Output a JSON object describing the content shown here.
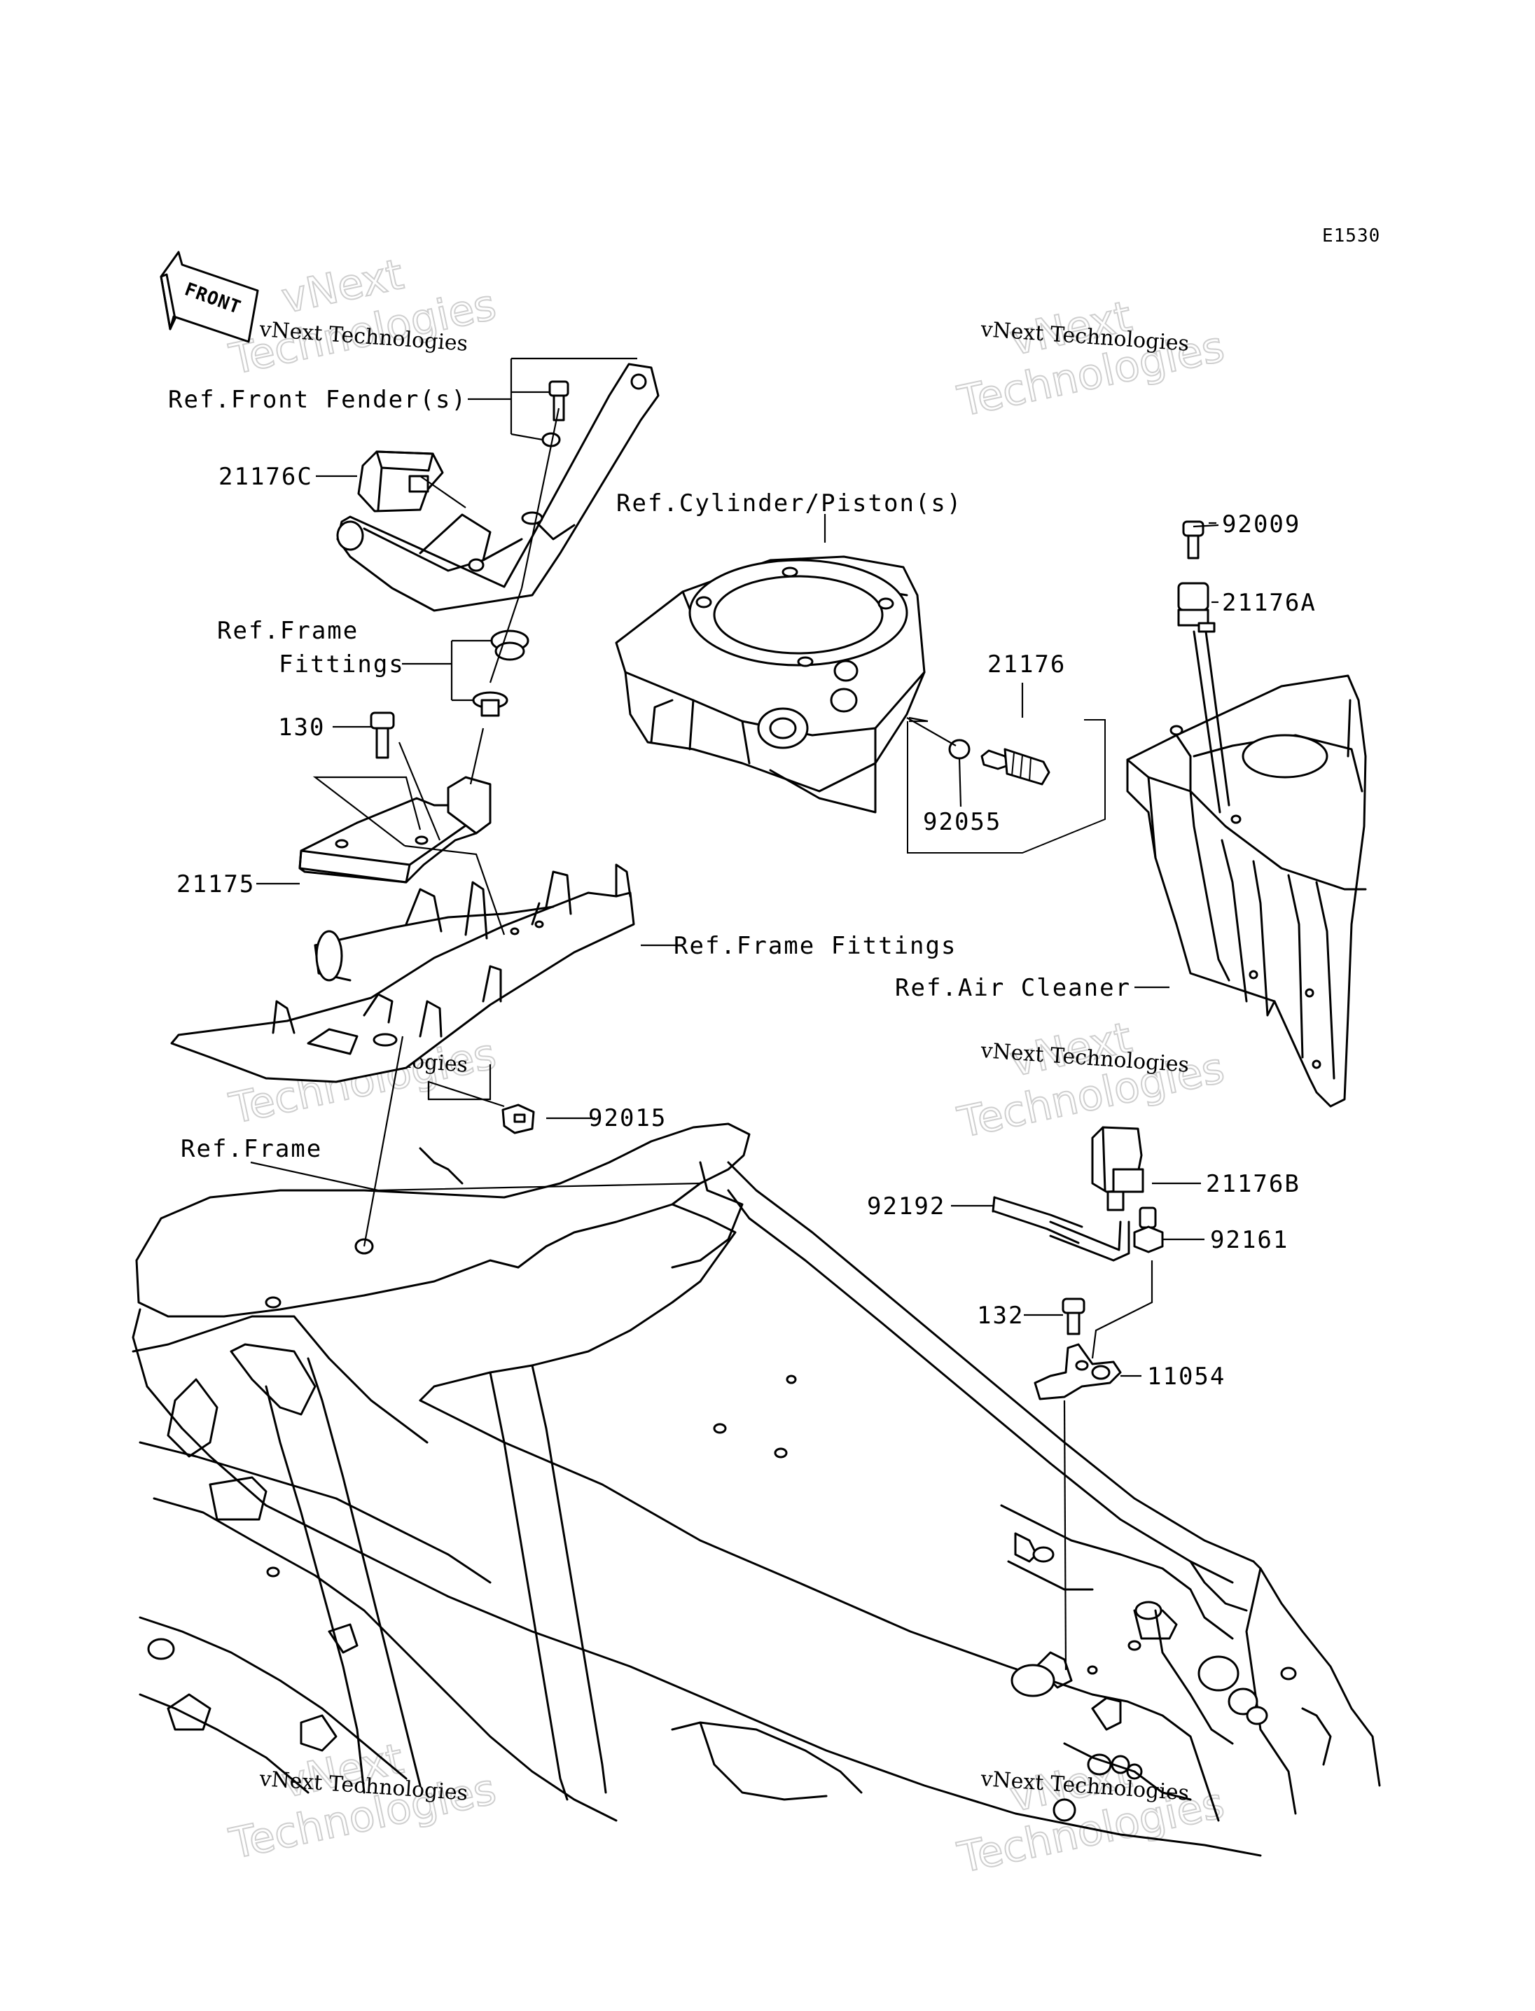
{
  "diagram_id": "E1530",
  "front_label": "FRONT",
  "watermark": {
    "small": "vNext Technologies",
    "big_line1": "vNext",
    "big_line2": "Technologies"
  },
  "labels": {
    "ref_front_fender": "Ref.Front Fender(s)",
    "part_21176C": "21176C",
    "ref_cylinder_piston": "Ref.Cylinder/Piston(s)",
    "part_92009": "92009",
    "part_21176A": "21176A",
    "ref_frame_fittings_line1": "Ref.Frame",
    "ref_frame_fittings_line2": "Fittings",
    "part_21176": "21176",
    "part_130": "130",
    "part_92055": "92055",
    "part_21175": "21175",
    "ref_frame_fittings_2": "Ref.Frame Fittings",
    "ref_air_cleaner": "Ref.Air Cleaner",
    "part_92015": "92015",
    "ref_frame": "Ref.Frame",
    "part_21176B": "21176B",
    "part_92192": "92192",
    "part_92161": "92161",
    "part_132": "132",
    "part_11054": "11054"
  }
}
